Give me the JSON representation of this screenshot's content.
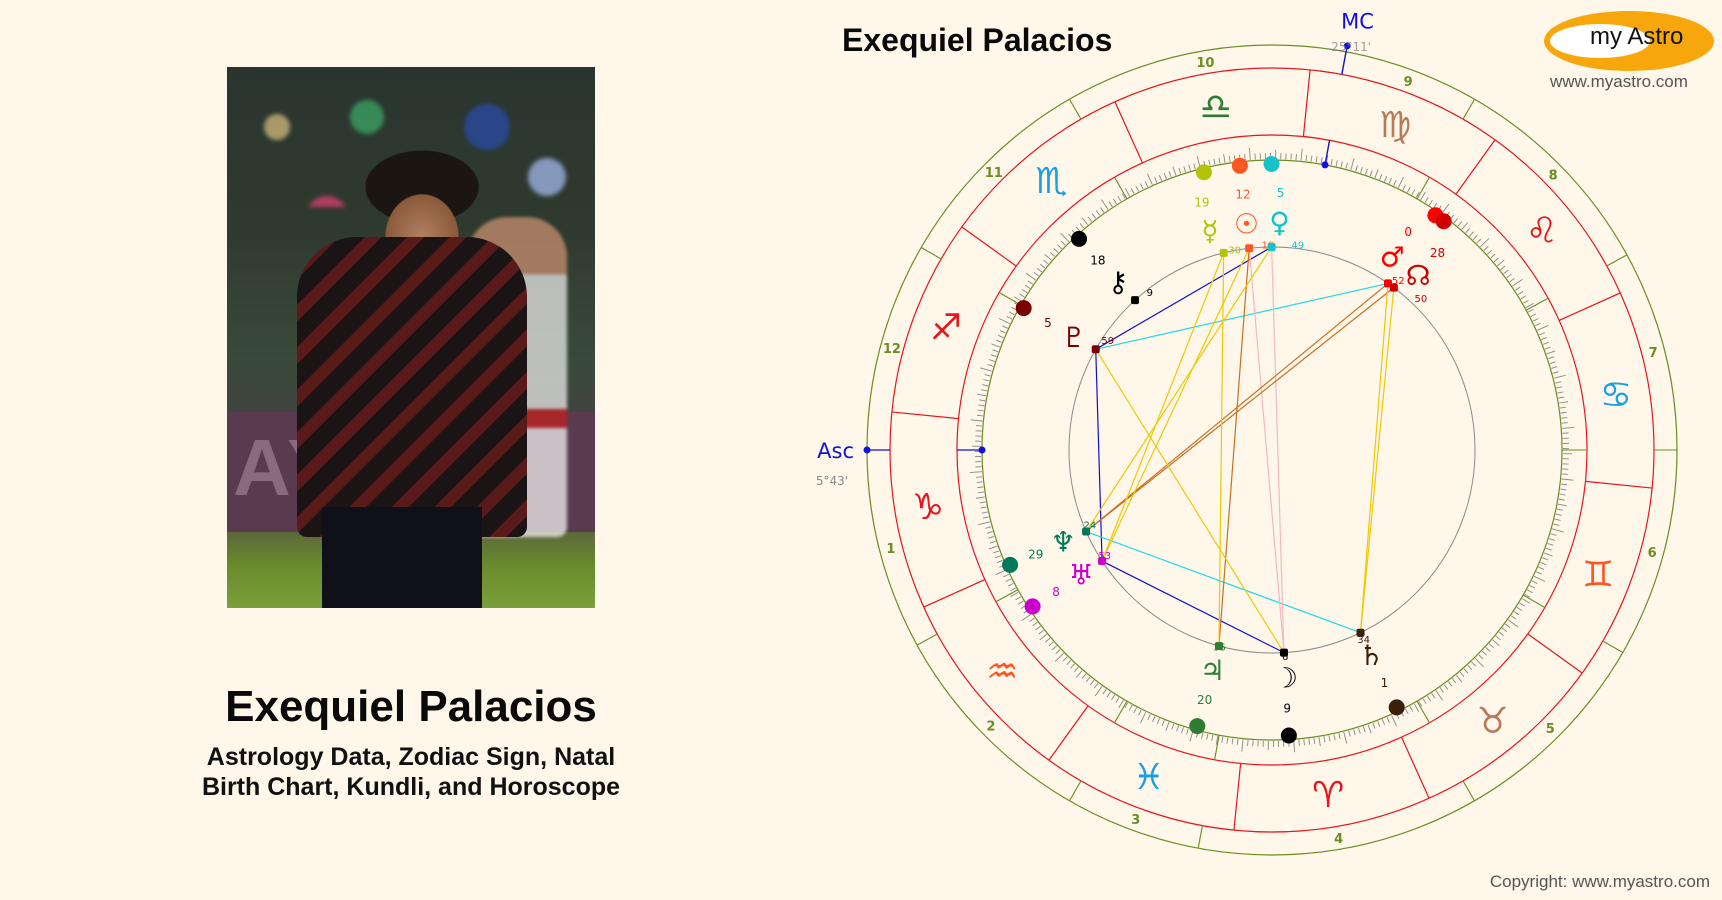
{
  "left": {
    "photo_alt": "Exequiel Palacios photo",
    "title": "Exequiel Palacios",
    "subtitle_line1": "Astrology Data, Zodiac Sign, Natal",
    "subtitle_line2": "Birth Chart, Kundli, and Horoscope",
    "photo_banner_text": "AYS"
  },
  "header": {
    "chart_title": "Exequiel Palacios",
    "logo_text": "my Astro",
    "site_url": "www.myastro.com"
  },
  "footer": {
    "copyright": "Copyright: www.myastro.com"
  },
  "chart_data": {
    "type": "natal_wheel",
    "title": "Exequiel Palacios",
    "center": [
      1272,
      450
    ],
    "radii": {
      "outer": 405,
      "zodiac_outer": 382,
      "zodiac_inner": 315,
      "ticks": 290,
      "aspect": 203
    },
    "ascendant": {
      "label": "Asc",
      "degree_label": "5°43'",
      "sign": "Capricorn",
      "longitude": 275.72
    },
    "midheaven": {
      "label": "MC",
      "degree_label": "25°11'",
      "sign": "Virgo",
      "longitude": 175.18
    },
    "colors": {
      "ring_green": "#6b8e23",
      "ring_red": "#e8141e",
      "tick_gray": "#888888",
      "house_number": "#6b8e23",
      "angle_blue": "#1010e0",
      "background": "#fef7ea"
    },
    "signs": [
      {
        "name": "Aries",
        "glyph": "♈",
        "color": "#e8141e"
      },
      {
        "name": "Taurus",
        "glyph": "♉",
        "color": "#b87a58"
      },
      {
        "name": "Gemini",
        "glyph": "♊",
        "color": "#ff5722"
      },
      {
        "name": "Cancer",
        "glyph": "♋",
        "color": "#1a9ee6"
      },
      {
        "name": "Leo",
        "glyph": "♌",
        "color": "#e8141e"
      },
      {
        "name": "Virgo",
        "glyph": "♍",
        "color": "#b87a58"
      },
      {
        "name": "Libra",
        "glyph": "♎",
        "color": "#2e7d32"
      },
      {
        "name": "Scorpio",
        "glyph": "♏",
        "color": "#1a9ee6"
      },
      {
        "name": "Sagittarius",
        "glyph": "♐",
        "color": "#e8141e"
      },
      {
        "name": "Capricorn",
        "glyph": "♑",
        "color": "#e8141e"
      },
      {
        "name": "Aquarius",
        "glyph": "♒",
        "color": "#ff5722"
      },
      {
        "name": "Pisces",
        "glyph": "♓",
        "color": "#1a9ee6"
      }
    ],
    "houses": [
      {
        "number": "1",
        "screen_angle": 180
      },
      {
        "number": "2",
        "screen_angle": 208.8
      },
      {
        "number": "3",
        "screen_angle": 240
      },
      {
        "number": "4",
        "screen_angle": 259.5
      },
      {
        "number": "5",
        "screen_angle": 300
      },
      {
        "number": "6",
        "screen_angle": 330
      },
      {
        "number": "7",
        "screen_angle": 0
      },
      {
        "number": "8",
        "screen_angle": 28.8
      },
      {
        "number": "9",
        "screen_angle": 60
      },
      {
        "number": "10",
        "screen_angle": 79.5
      },
      {
        "number": "11",
        "screen_angle": 120
      },
      {
        "number": "12",
        "screen_angle": 150
      }
    ],
    "planets": [
      {
        "name": "Sun",
        "glyph": "☉",
        "sign": "Libra",
        "deg": "12",
        "min": "10",
        "longitude": 192.17,
        "color": "#ff5722"
      },
      {
        "name": "Moon",
        "glyph": "☽",
        "sign": "Aries",
        "deg": "9",
        "min": "6",
        "longitude": 9.1,
        "color": "#000000"
      },
      {
        "name": "Mercury",
        "glyph": "☿",
        "sign": "Libra",
        "deg": "19",
        "min": "30",
        "longitude": 199.5,
        "color": "#b5c20a"
      },
      {
        "name": "Venus",
        "glyph": "♀",
        "sign": "Libra",
        "deg": "5",
        "min": "49",
        "longitude": 185.82,
        "color": "#17c3c8"
      },
      {
        "name": "Mars",
        "glyph": "♂",
        "sign": "Virgo",
        "deg": "0",
        "min": "52",
        "longitude": 150.87,
        "color": "#ff0000"
      },
      {
        "name": "North Node",
        "glyph": "☊",
        "sign": "Leo",
        "deg": "28",
        "min": "50",
        "longitude": 148.83,
        "color": "#cc0000"
      },
      {
        "name": "Jupiter",
        "glyph": "♃",
        "sign": "Pisces",
        "deg": "20",
        "min": "35",
        "longitude": 350.58,
        "color": "#2e7d32"
      },
      {
        "name": "Saturn",
        "glyph": "♄",
        "sign": "Taurus",
        "deg": "1",
        "min": "34",
        "longitude": 31.57,
        "color": "#3a2008"
      },
      {
        "name": "Uranus",
        "glyph": "♅",
        "sign": "Aquarius",
        "deg": "8",
        "min": "53",
        "longitude": 308.88,
        "color": "#cc00cc"
      },
      {
        "name": "Neptune",
        "glyph": "♆",
        "sign": "Capricorn",
        "deg": "29",
        "min": "24",
        "longitude": 299.4,
        "color": "#00795a"
      },
      {
        "name": "Pluto",
        "glyph": "♇",
        "sign": "Sagittarius",
        "deg": "5",
        "min": "59",
        "longitude": 245.98,
        "color": "#7a0000"
      },
      {
        "name": "Chiron",
        "glyph": "⚷",
        "sign": "Scorpio",
        "deg": "18",
        "min": "9",
        "longitude": 228.15,
        "color": "#000000"
      }
    ],
    "aspects": [
      {
        "from": "Pluto",
        "to": "Venus",
        "type": "sextile",
        "color": "#1010d0"
      },
      {
        "from": "Pluto",
        "to": "Uranus",
        "type": "sextile",
        "color": "#1010d0"
      },
      {
        "from": "Uranus",
        "to": "Moon",
        "type": "sextile",
        "color": "#1010d0"
      },
      {
        "from": "Pluto",
        "to": "Mars",
        "type": "square",
        "color": "#22d8e8"
      },
      {
        "from": "Neptune",
        "to": "Saturn",
        "type": "square",
        "color": "#22d8e8"
      },
      {
        "from": "Moon",
        "to": "Venus",
        "type": "opposition",
        "color": "#f5b8c0"
      },
      {
        "from": "Moon",
        "to": "Sun",
        "type": "opposition",
        "color": "#f5b8c0"
      },
      {
        "from": "Jupiter",
        "to": "Sun",
        "type": "quincunx",
        "color": "#c87020"
      },
      {
        "from": "Neptune",
        "to": "Mars",
        "type": "quincunx",
        "color": "#c87020"
      },
      {
        "from": "Neptune",
        "to": "North Node",
        "type": "quincunx",
        "color": "#c87020"
      },
      {
        "from": "Mercury",
        "to": "Uranus",
        "type": "trine",
        "color": "#f0c800"
      },
      {
        "from": "Venus",
        "to": "Neptune",
        "type": "trine",
        "color": "#f0c800"
      },
      {
        "from": "Sun",
        "to": "Uranus",
        "type": "trine",
        "color": "#f0c800"
      },
      {
        "from": "Pluto",
        "to": "Moon",
        "type": "trine",
        "color": "#f0c800"
      },
      {
        "from": "Mars",
        "to": "Saturn",
        "type": "trine",
        "color": "#f0c800"
      },
      {
        "from": "North Node",
        "to": "Saturn",
        "type": "trine",
        "color": "#f0c800"
      },
      {
        "from": "Mercury",
        "to": "Jupiter",
        "type": "trine",
        "color": "#f0c800"
      }
    ]
  }
}
